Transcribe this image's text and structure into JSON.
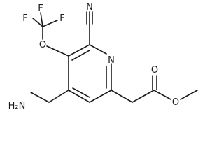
{
  "molecule": {
    "atoms": {
      "f1": "F",
      "f2": "F",
      "f3": "F",
      "o_ether": "O",
      "n_nitrile": "N",
      "n_ring": "N",
      "o_carbonyl": "O",
      "o_ester": "O",
      "nh2": "H₂N"
    }
  }
}
